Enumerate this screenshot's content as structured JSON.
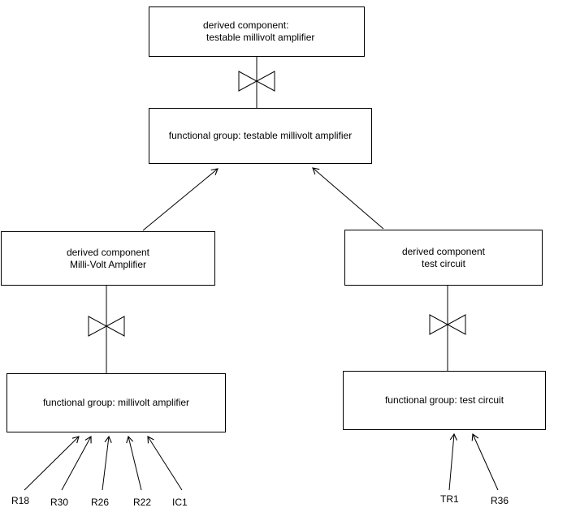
{
  "boxes": {
    "derived_testable": {
      "line1": "derived component:",
      "line2": "testable millivolt amplifier"
    },
    "fg_testable": {
      "label": "functional group: testable millivolt amplifier"
    },
    "derived_mva": {
      "line1": "derived component",
      "line2": "Milli-Volt Amplifier"
    },
    "derived_test": {
      "line1": "derived component",
      "line2": "test circuit"
    },
    "fg_mva": {
      "label": "functional group: millivolt amplifier"
    },
    "fg_test": {
      "label": "functional group: test circuit"
    }
  },
  "components": {
    "left": [
      "R18",
      "R30",
      "R26",
      "R22",
      "IC1"
    ],
    "right": [
      "TR1",
      "R36"
    ]
  },
  "colors": {
    "line": "#000000",
    "box_border": "#000000",
    "background": "#ffffff",
    "text": "#000000"
  }
}
